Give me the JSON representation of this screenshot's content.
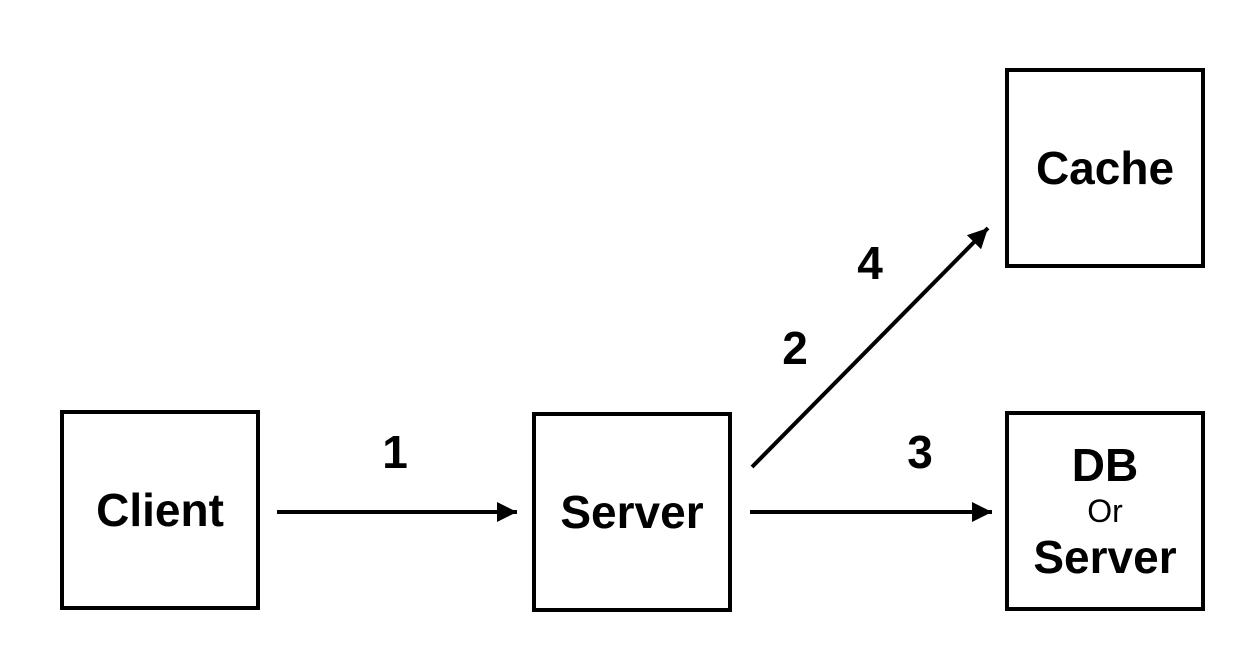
{
  "diagram": {
    "type": "flow-diagram",
    "description": "Client-Server request flow with Cache and DB or Server backend",
    "nodes": {
      "client": {
        "label": "Client"
      },
      "server": {
        "label": "Server"
      },
      "cache": {
        "label": "Cache"
      },
      "db": {
        "line1": "DB",
        "line2": "Or",
        "line3": "Server"
      }
    },
    "edges": [
      {
        "from": "client",
        "to": "server",
        "label": "1",
        "direction": "right"
      },
      {
        "from": "server",
        "to": "cache",
        "labels": [
          "2",
          "4"
        ],
        "direction": "up-right-diagonal"
      },
      {
        "from": "server",
        "to": "db",
        "label": "3",
        "direction": "right"
      }
    ],
    "edge_labels": {
      "step1": "1",
      "step2": "2",
      "step3": "3",
      "step4": "4"
    }
  },
  "colors": {
    "line": "#000000",
    "text": "#000000",
    "background": "#ffffff"
  }
}
